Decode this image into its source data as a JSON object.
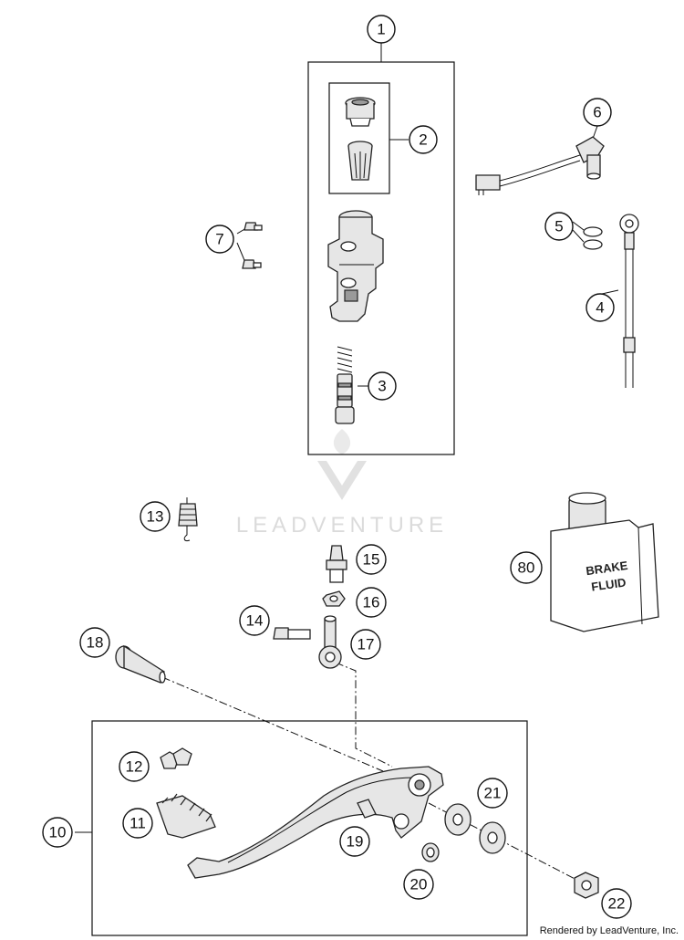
{
  "callouts": [
    {
      "label": "1",
      "part": "brake-master-cylinder-assembly"
    },
    {
      "label": "2",
      "part": "reservoir-cap-and-filter"
    },
    {
      "label": "3",
      "part": "piston-and-spring-kit"
    },
    {
      "label": "4",
      "part": "brake-hose"
    },
    {
      "label": "5",
      "part": "sealing-rings"
    },
    {
      "label": "6",
      "part": "brake-light-switch"
    },
    {
      "label": "7",
      "part": "screws"
    },
    {
      "label": "10",
      "part": "foot-brake-lever-assembly"
    },
    {
      "label": "11",
      "part": "lever-tip"
    },
    {
      "label": "12",
      "part": "rivets"
    },
    {
      "label": "13",
      "part": "return-spring"
    },
    {
      "label": "14",
      "part": "bolt"
    },
    {
      "label": "15",
      "part": "fitting"
    },
    {
      "label": "16",
      "part": "nut"
    },
    {
      "label": "17",
      "part": "push-rod"
    },
    {
      "label": "18",
      "part": "pivot-shaft"
    },
    {
      "label": "19",
      "part": "bushing"
    },
    {
      "label": "20",
      "part": "spacer"
    },
    {
      "label": "21",
      "part": "bearings"
    },
    {
      "label": "22",
      "part": "collar-nut"
    },
    {
      "label": "80",
      "part": "brake-fluid"
    }
  ],
  "fluid_can": {
    "line1": "BRAKE",
    "line2": "FLUID"
  },
  "watermark": {
    "text": "LEADVENTURE"
  },
  "credit": "Rendered by LeadVenture, Inc.",
  "colors": {
    "ink": "#111111",
    "part_fill": "#e6e6e6",
    "watermark": "#d8d8d8"
  }
}
